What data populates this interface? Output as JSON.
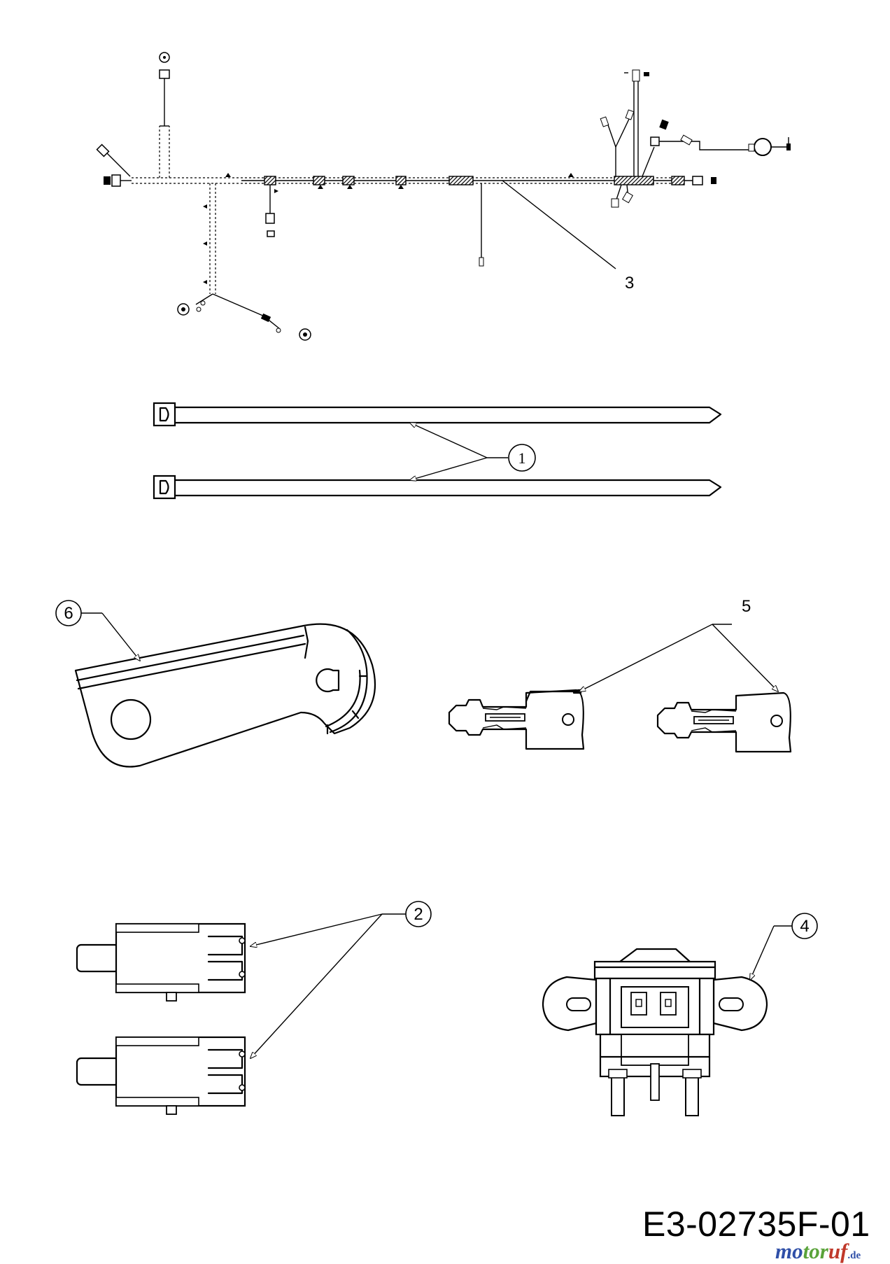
{
  "callouts": {
    "harness": "3",
    "cable_ties": "1",
    "lever": "6",
    "keys": "5",
    "switches": "2",
    "ignition_switch": "4"
  },
  "drawing_code": "E3-02735F-01",
  "brand_logo": {
    "part1": "mo",
    "part2": "tor",
    "part3": "uf",
    "tld": ".de"
  },
  "colors": {
    "line": "#000000",
    "background": "#ffffff"
  }
}
